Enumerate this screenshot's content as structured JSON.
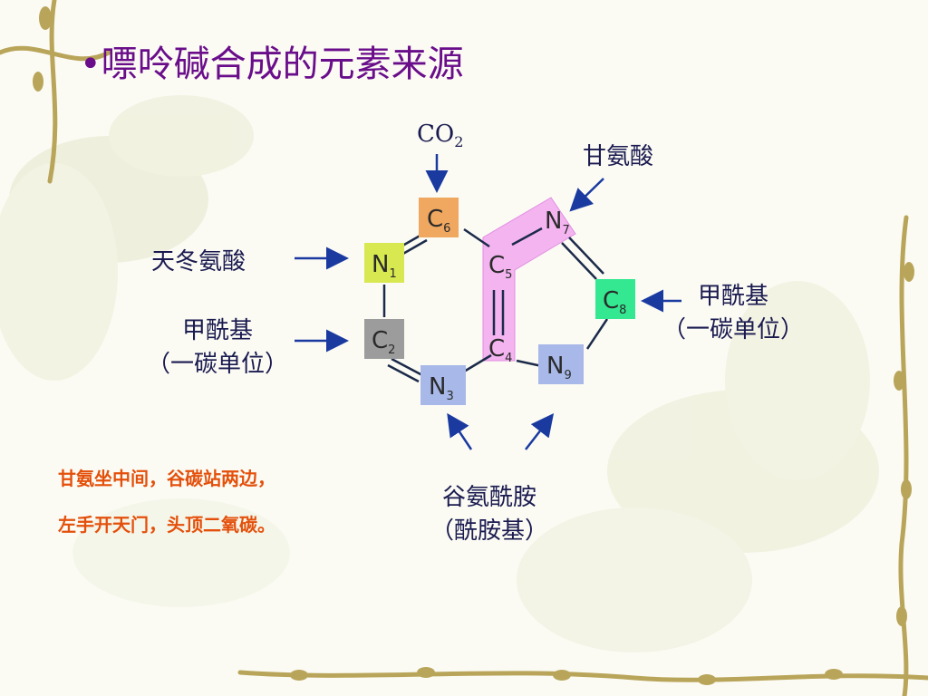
{
  "slide": {
    "bullet": "•",
    "title": "嘌呤碱合成的元素来源"
  },
  "sources": {
    "co2": {
      "main": "CO",
      "sub": "2"
    },
    "glycine": "甘氨酸",
    "aspartate": "天冬氨酸",
    "formyl_left_line1": "甲酰基",
    "formyl_left_line2": "（一碳单位）",
    "formyl_right_line1": "甲酰基",
    "formyl_right_line2": "（一碳单位）",
    "glutamine_line1": "谷氨酰胺",
    "glutamine_line2": "（酰胺基）"
  },
  "mnemonic": {
    "line1": "甘氨坐中间，谷碳站两边，",
    "line2": "左手开天门，头顶二氧碳。"
  },
  "atoms": [
    {
      "id": "C6",
      "element": "C",
      "num": "6",
      "color": "#f0a860"
    },
    {
      "id": "N1",
      "element": "N",
      "num": "1",
      "color": "#d8e850"
    },
    {
      "id": "C2",
      "element": "C",
      "num": "2",
      "color": "#9c9c9c"
    },
    {
      "id": "N3",
      "element": "N",
      "num": "3",
      "color": "#a8b8e8"
    },
    {
      "id": "C4",
      "element": "C",
      "num": "4",
      "color": "none"
    },
    {
      "id": "C5",
      "element": "C",
      "num": "5",
      "color": "none"
    },
    {
      "id": "N7",
      "element": "N",
      "num": "7",
      "color": "none"
    },
    {
      "id": "C8",
      "element": "C",
      "num": "8",
      "color": "#33e890"
    },
    {
      "id": "N9",
      "element": "N",
      "num": "9",
      "color": "#a8b8e8"
    }
  ],
  "colors": {
    "title": "#6a0d8a",
    "label": "#1a1a50",
    "arrow": "#1a3aa0",
    "mnemonic": "#e4500b",
    "glycine_highlight": "#f4b4f0"
  }
}
